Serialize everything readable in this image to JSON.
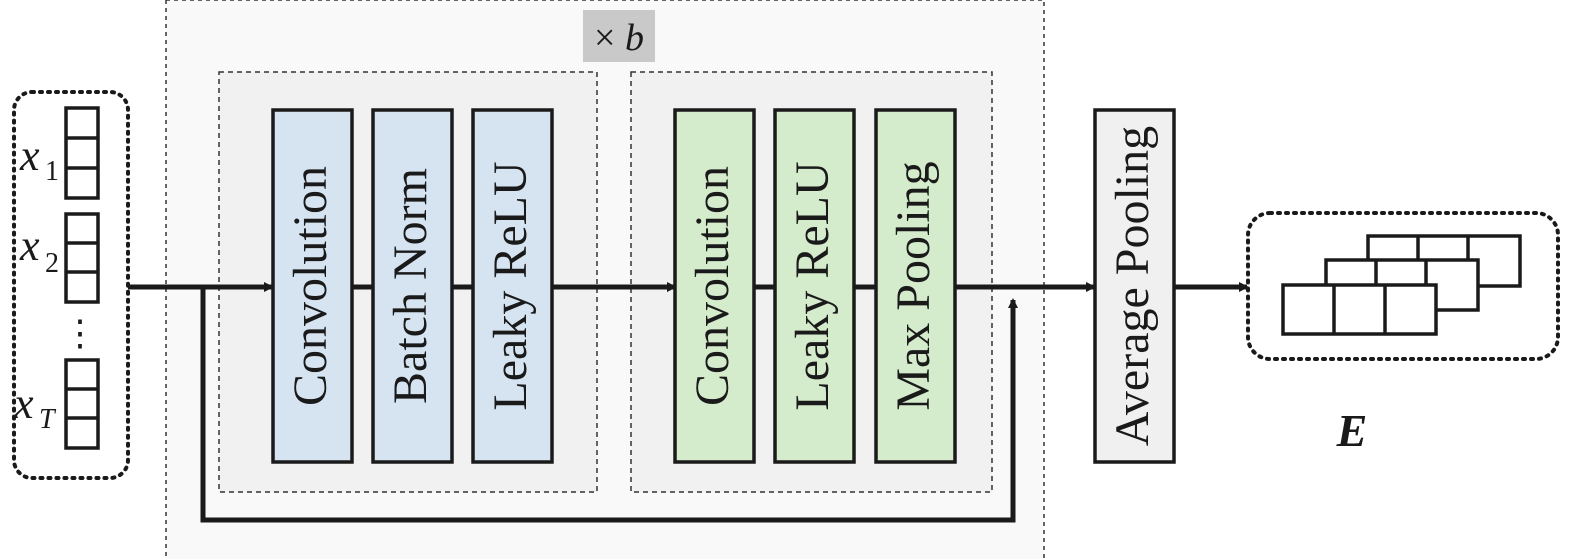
{
  "repeat_label": {
    "prefix": "×",
    "var": "b"
  },
  "input": {
    "tokens": [
      {
        "base": "x",
        "sub": "1"
      },
      {
        "base": "x",
        "sub": "2"
      },
      {
        "base": "x",
        "sub": "T"
      }
    ],
    "ellipsis": "⋮"
  },
  "block1": {
    "layers": [
      {
        "label": "Convolution",
        "color": "#d6e4f1"
      },
      {
        "label": "Batch Norm",
        "color": "#d6e4f1"
      },
      {
        "label": "Leaky ReLU",
        "color": "#d6e4f1"
      }
    ]
  },
  "block2": {
    "layers": [
      {
        "label": "Convolution",
        "color": "#d4ebcc"
      },
      {
        "label": "Leaky ReLU",
        "color": "#d4ebcc"
      },
      {
        "label": "Max Pooling",
        "color": "#d4ebcc"
      }
    ]
  },
  "avg_pool": {
    "label": "Average Pooling",
    "color": "#f0f0f0"
  },
  "output": {
    "label": "E"
  },
  "colors": {
    "outer_bg": "#f9f9f9",
    "inner_bg": "#f2f1f2",
    "repeat_badge": "#c9c9c9",
    "stroke": "#1a1a1a"
  }
}
